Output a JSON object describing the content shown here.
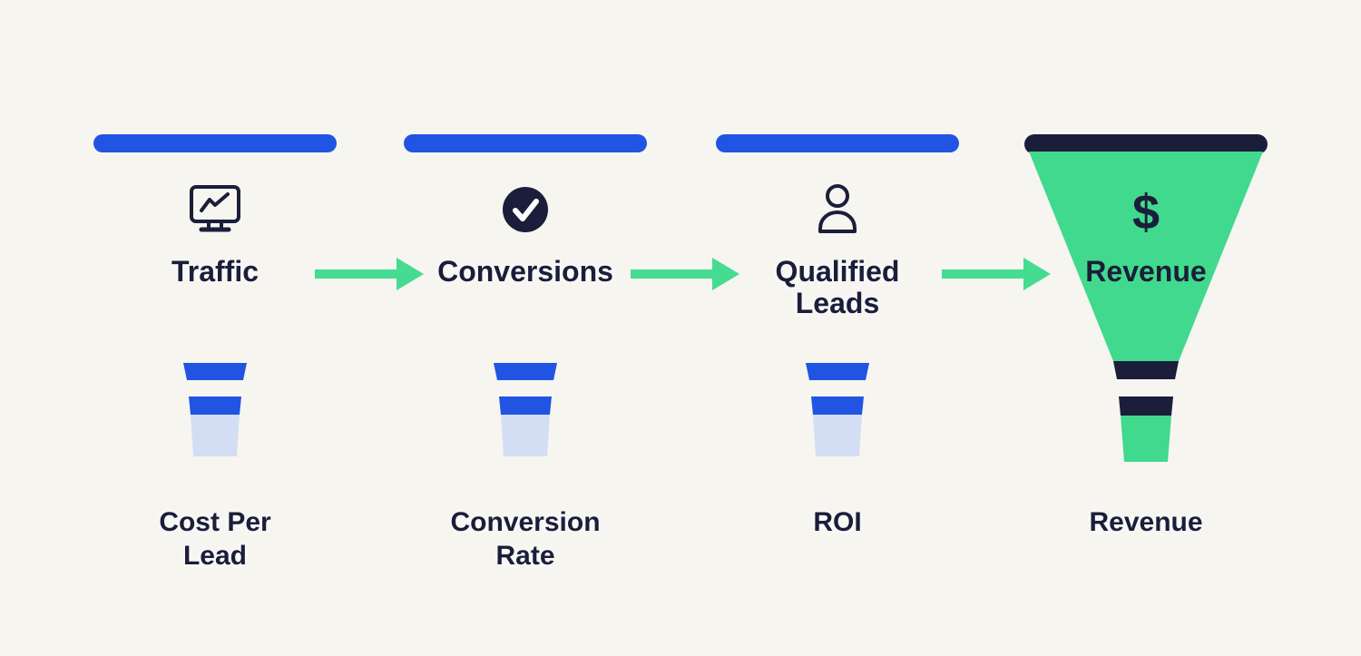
{
  "stages": [
    {
      "label": "Traffic",
      "icon": "monitor-chart-icon"
    },
    {
      "label": "Conversions",
      "icon": "check-circle-icon"
    },
    {
      "label": "Qualified\nLeads",
      "icon": "person-icon"
    },
    {
      "label": "Revenue",
      "icon": "funnel-icon",
      "symbol": "$"
    }
  ],
  "metrics": [
    {
      "label": "Cost Per\nLead"
    },
    {
      "label": "Conversion\nRate"
    },
    {
      "label": "ROI"
    },
    {
      "label": "Revenue"
    }
  ],
  "colors": {
    "bg": "#f6f5f0",
    "blue": "#2154e2",
    "light-blue": "#d3def4",
    "navy": "#1a1e3a",
    "green": "#41d98d",
    "arrow-green": "#45db91"
  }
}
